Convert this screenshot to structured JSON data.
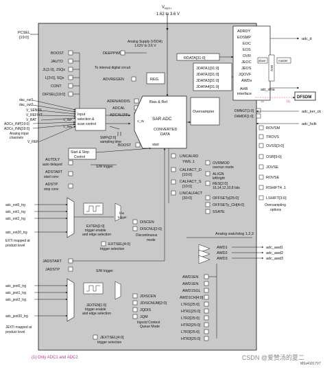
{
  "supply": {
    "vref": "V",
    "vref_sub": "REF+",
    "range": "1.62 to 3.6 V"
  },
  "pcsel": [
    "PCSEL",
    "[19:0]"
  ],
  "left_bits": [
    "BOOST",
    "JAUTO",
    "JL[1:0], JSQx",
    "L[3:0], SQx",
    "CONT",
    "DIFSEL[19:0]"
  ],
  "left_signals": [
    "dac_out1",
    "dac_out2",
    "V_SENSE",
    "V_REFINT",
    "V_BAT",
    "V_REF-"
  ],
  "inputs": [
    "ADCx_INP[19:0]",
    "ADCx_INN[19:0]",
    "Analog input",
    "channels"
  ],
  "vinp": "V_INP",
  "vinn": "V_INN",
  "mux_label": [
    "Input",
    "selection &",
    "scan control"
  ],
  "analog_supply": [
    "Analog Supply (VDDA)",
    "1.62V to 3.6 V"
  ],
  "deeppwd": "DEEPPWD",
  "internal_circuit": "To internal digital circuit",
  "advregen": "ADVREGEN",
  "reg": "REG.",
  "adc_mid": [
    "ADEN/ADDIS",
    "ADCAL",
    "ADCALDIF"
  ],
  "smp": [
    "SMPx[2:0]",
    "sampling time"
  ],
  "sar": [
    "Bias & Ref",
    "SAR ADC",
    "CONVERTED",
    "DATA"
  ],
  "vin": "V_IN",
  "start_word": "start",
  "boost2": "BOOST",
  "oversampler": "Oversampler",
  "ahb_regs": [
    "ADRDY",
    "EOSMP",
    "EOC",
    "EOS",
    "OVR",
    "JEOC",
    "JEOS",
    "JQOVF",
    "AWDx"
  ],
  "ahb_title": [
    "AHB",
    "interface"
  ],
  "slave": "slave",
  "master": "master",
  "ahb_vert": "AHB",
  "adc_it": "adc_it",
  "adc_dma": "adc_dma",
  "dfsdm": "DFSDM",
  "dfsdm_note": "16",
  "dfsdm_mark": "(1)",
  "rdata": "RDATA[31:0]",
  "jdata": [
    "JDATA1[31:0]",
    "JDATA2[31:0]",
    "JDATA3[31:0]",
    "JDATA4[31:0]"
  ],
  "dmngt": [
    "DMNGT[1:0]",
    "DAMDF[1:0]"
  ],
  "adc_ker_ck": "adc_ker_ck",
  "adc_hclk": "adc_hclk",
  "ovs": [
    "ROVSM",
    "TROVS",
    "OVSS[3:0]",
    "OSR[9:0]",
    "JOVSE",
    "ROVSE",
    "RSHIFT4..1",
    "LSHIFT[3:0]"
  ],
  "ovs_opts": [
    "Oversampling",
    "options"
  ],
  "calib": [
    "LINCALRD",
    "YW6..1",
    "CALFACT_D",
    "[10:0]",
    "CALFACT_S",
    "[10:0]",
    "LINCALFACT",
    "[30:0]"
  ],
  "ovr": [
    "OVRMOD",
    "overrun mode",
    "ALIGN",
    "left/right",
    "RES[2:0]",
    "16,14,12,10,8 bits",
    "OFFSETy[25:0]",
    "OFFSETy_CH[4:0]",
    "SSATE"
  ],
  "startstop": [
    "Start & Stop",
    "Control"
  ],
  "sw_trigger": "S/W trigger",
  "autdly": [
    "AUTDLY",
    "auto delayed"
  ],
  "adstart": [
    "ADSTART",
    "start conv"
  ],
  "adstp": [
    "ADSTP",
    "stop conv"
  ],
  "ext_in": [
    "adc_ext0_trg",
    "adc_ext1_trg",
    "adc_ext2_trg",
    "adc_ext20_trg"
  ],
  "exti_note": [
    "EXTi mapped at",
    "product level"
  ],
  "hw_trigger": [
    "h/w",
    "trigger"
  ],
  "exten": [
    "EXTEN[1:0]",
    "trigger enable",
    "and edge selection"
  ],
  "discen": [
    "DISCEN",
    "DISCNU[2:0]",
    "Discontinuous",
    "mode"
  ],
  "extsel": [
    "EXTSEL[4:0]",
    "trigger selection"
  ],
  "jadstart": "JADSTART",
  "jadstp": "JADSTP",
  "jsw": "S/W trigger",
  "jext_in": [
    "adc_jext0_trg",
    "adc_jext1_trg",
    "adc_jext2_trg",
    "adc_jext20_trg"
  ],
  "jexti_note": [
    "JEXTi mapped at",
    "product level"
  ],
  "jexten": [
    "JEXTEN[1:0]",
    "trigger enable",
    "and edge selection"
  ],
  "jdisc": [
    "JDISCEN",
    "JDISCNUM[2:0]",
    "JQDIS",
    "JQM",
    "Injectd Context",
    "Queue Mode"
  ],
  "jextsel": [
    "JEXTSEL[4:0]",
    "trigger selection"
  ],
  "awd_title": "Analog watchdog 1,2,3",
  "awd_blocks": [
    "AWD1",
    "AWD2",
    "AWD3"
  ],
  "awd_outs": [
    "adc_awd1",
    "adc_awd2",
    "adc_awd3"
  ],
  "awd_regs": [
    "AWD1EN",
    "AWD1EN",
    "AWD1SGL",
    "AWD1CH[4:0]",
    "LTR1[25:0]",
    "HTR1[25:0]",
    "LTR2[25:0]",
    "HTR2[25:0]",
    "LTR3[25:0]",
    "HTR3[25:0]"
  ],
  "footnote": "(1) Only ADC1 and ADC2",
  "watermark": "CSDN @爱赞汤的夏二",
  "version": "MSv41017V7"
}
